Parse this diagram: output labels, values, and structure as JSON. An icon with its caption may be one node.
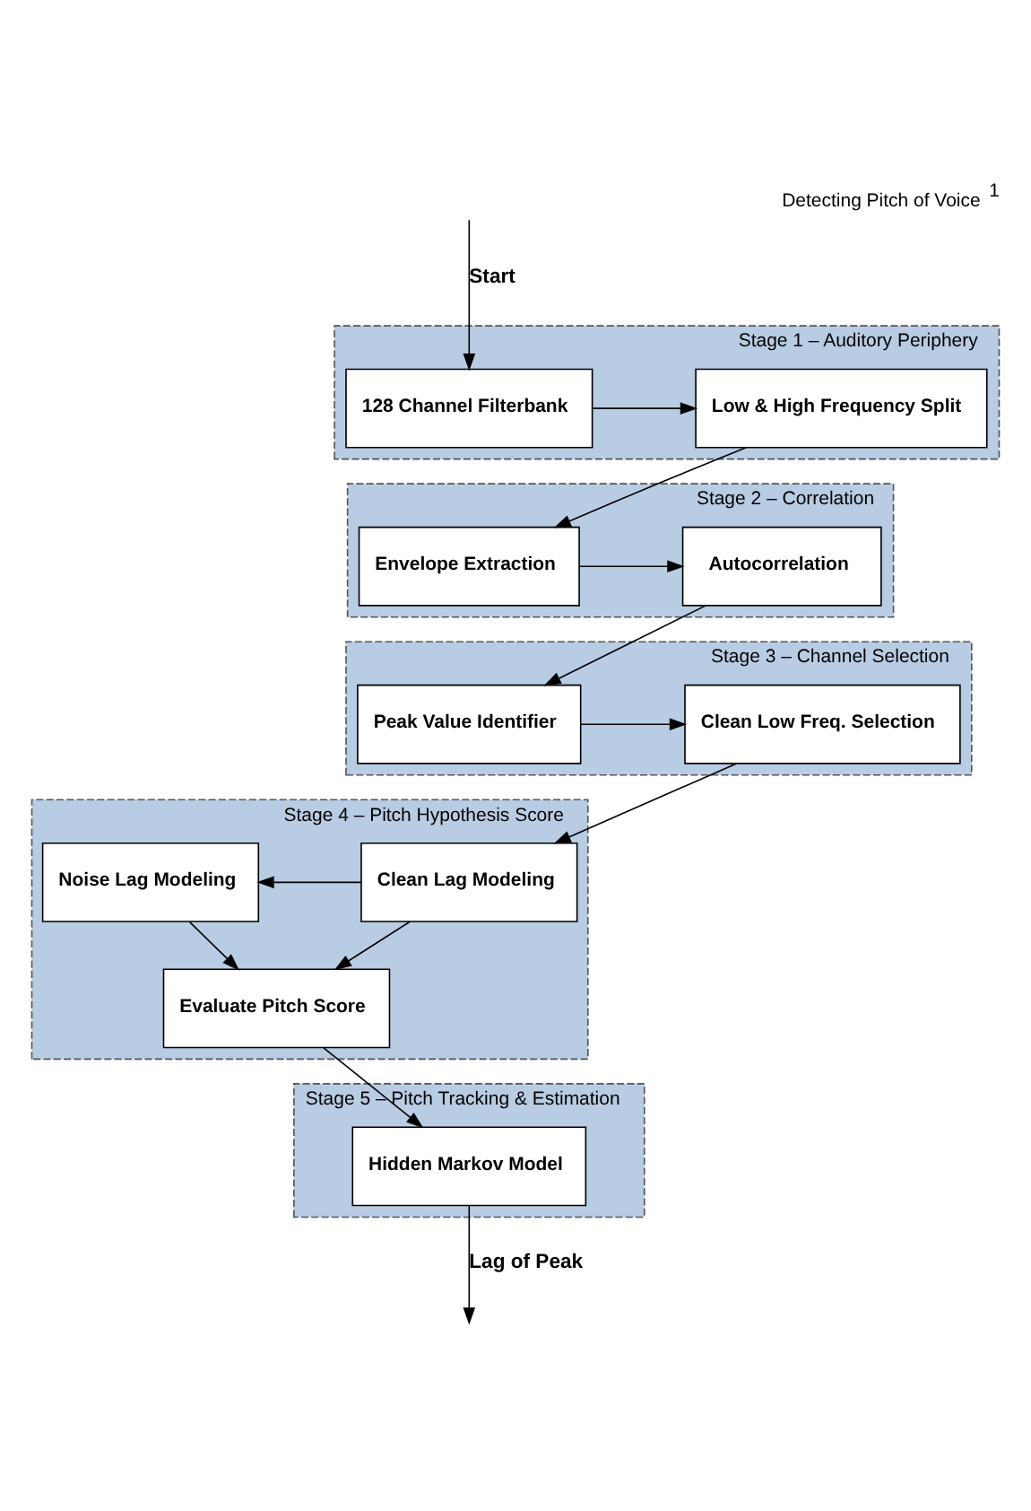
{
  "diagram": {
    "title": "Detecting Pitch of Voice$^{1}$",
    "nodes": [
      {
        "text": [
          "Stage 1 – Auditory Periphery"
        ]
      },
      {
        "text": [
          "128 Channel Filterbank"
        ],
        "in": 0
      },
      {
        "text": [
          "Low & High Frequency Split"
        ],
        "in": 0
      },
      {
        "text": [
          "Stage 2 – Correlation"
        ]
      },
      {
        "text": [
          "Envelope Extraction"
        ],
        "in": 3
      },
      {
        "text": [
          "Autocorrelation"
        ],
        "in": 3
      },
      {
        "text": [
          "Stage 3 – Channel Selection"
        ]
      },
      {
        "text": [
          "Peak Value Identifier"
        ],
        "in": 6
      },
      {
        "text": [
          "Clean Low Freq. Selection"
        ],
        "in": 6
      },
      {
        "text": [
          "Stage 4 – Pitch Hypothesis Score"
        ]
      },
      {
        "text": [
          "Clean Lag Modeling"
        ],
        "in": 9
      },
      {
        "text": [
          "Noise Lag Modeling"
        ],
        "in": 9
      },
      {
        "text": [
          "Evaluate Pitch Score"
        ],
        "in": 9
      },
      {
        "text": [
          "Stage 5 – Pitch Tracking & Estimation"
        ]
      },
      {
        "text": [
          "Hidden Markov Model"
        ],
        "in": 13
      }
    ],
    "edges": [
      {
        "from": null,
        "to": 1,
        "arrow": "to",
        "label": "Start"
      },
      {
        "from": 1,
        "to": 2,
        "arrow": "to"
      },
      {
        "from": 2,
        "to": 4,
        "arrow": "to"
      },
      {
        "from": 4,
        "to": 5,
        "arrow": "to"
      },
      {
        "from": 5,
        "to": 7,
        "arrow": "to"
      },
      {
        "from": 7,
        "to": 8,
        "arrow": "to"
      },
      {
        "from": 8,
        "to": 10,
        "arrow": "to"
      },
      {
        "from": 10,
        "to": 11,
        "arrow": "to"
      },
      {
        "from": 10,
        "to": 12,
        "arrow": "to"
      },
      {
        "from": 11,
        "to": 12,
        "arrow": "to"
      },
      {
        "from": 12,
        "to": 14,
        "arrow": "to"
      },
      {
        "from": 14,
        "to": null,
        "arrow": "to",
        "label": "Lag of Peak"
      }
    ]
  }
}
